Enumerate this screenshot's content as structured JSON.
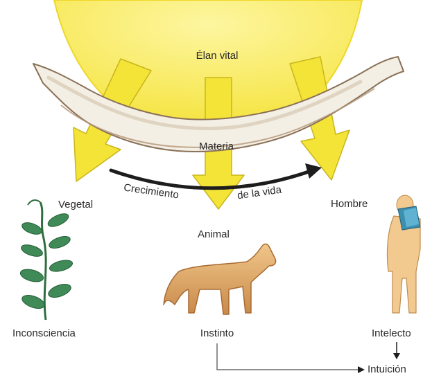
{
  "labels": {
    "elan_vital": "Élan vital",
    "materia": "Materia",
    "crecimiento": "Crecimiento",
    "de_la_vida": "de la vida",
    "vegetal": "Vegetal",
    "animal": "Animal",
    "hombre": "Hombre",
    "inconsciencia": "Inconsciencia",
    "instinto": "Instinto",
    "intelecto": "Intelecto",
    "intuicion": "Intuición"
  },
  "colors": {
    "sun": "#f8ee6a",
    "sun_rim": "#f2dd2e",
    "arrow": "#f3e437",
    "arrow_edge": "#c9b51c",
    "matter": "#f4efe4",
    "matter_edge": "#8a7158",
    "growth_arrow": "#1d1d1d",
    "plant_leaf": "#3f8a56",
    "wolf": "#e8b777",
    "man_skin": "#f2c98f",
    "book": "#3d8fb0",
    "connector": "#6b6b6b"
  }
}
